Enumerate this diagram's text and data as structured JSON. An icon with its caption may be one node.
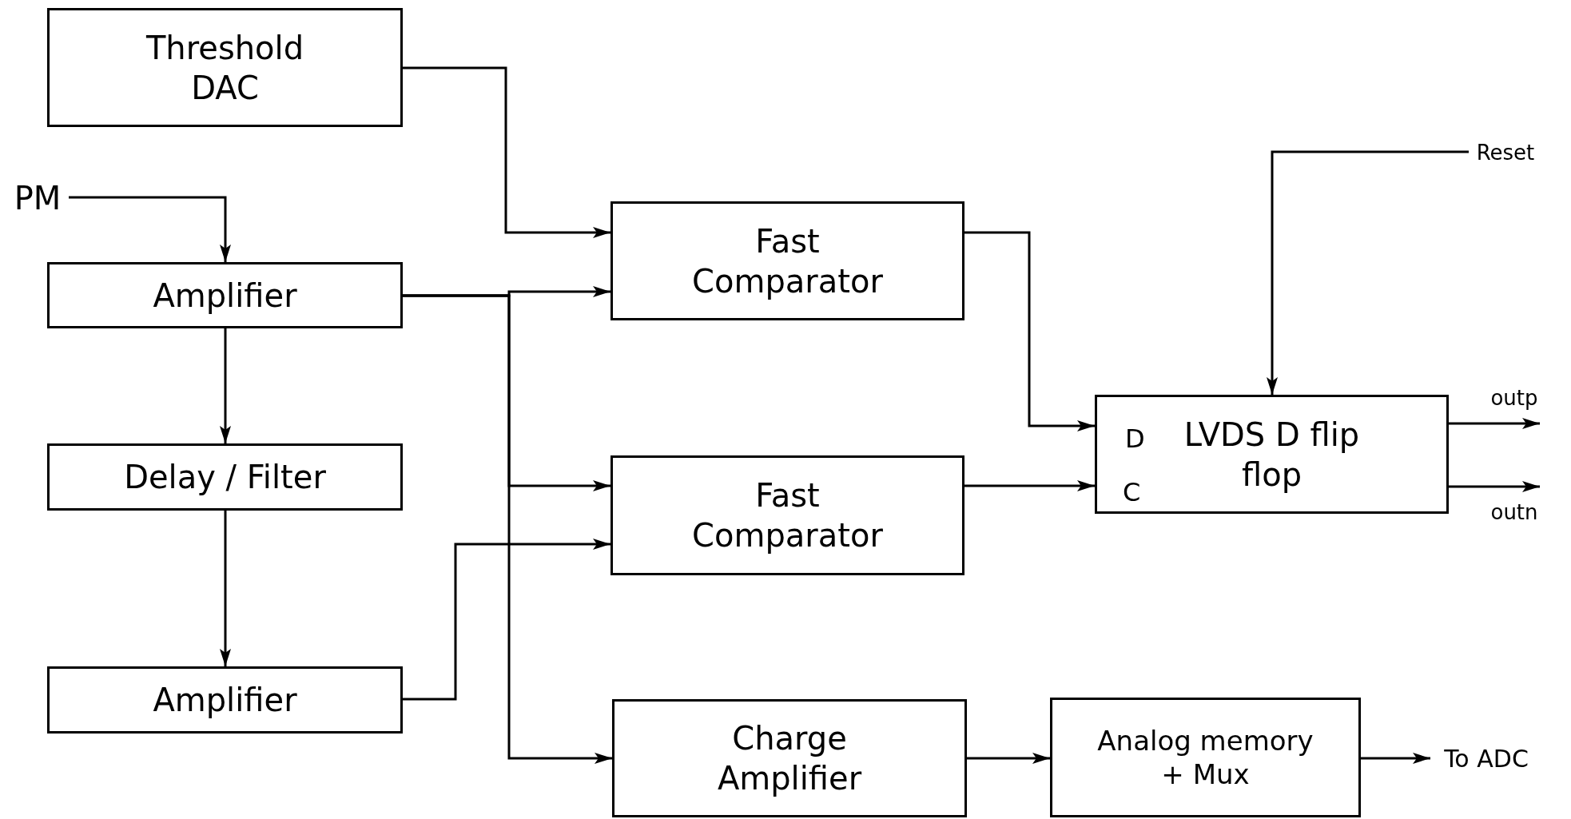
{
  "diagram": {
    "nodes": [
      {
        "text": [
          "Threshold DAC"
        ]
      },
      {
        "text": [
          "PM"
        ]
      },
      {
        "text": [
          "Amplifier"
        ]
      },
      {
        "text": [
          "Delay / Filter"
        ]
      },
      {
        "text": [
          "Amplifier"
        ]
      },
      {
        "text": [
          "Fast Comparator"
        ]
      },
      {
        "text": [
          "Fast Comparator"
        ]
      },
      {
        "text": [
          "Reset"
        ]
      },
      {
        "text": [
          "LVDS D flip flop"
        ]
      },
      {
        "text": [
          "outp"
        ]
      },
      {
        "text": [
          "outn"
        ]
      },
      {
        "text": [
          "Charge Amplifier"
        ]
      },
      {
        "text": [
          "Analog memory + Mux"
        ]
      },
      {
        "text": [
          "To ADC"
        ]
      }
    ],
    "edges": [
      {
        "from": 0,
        "to": 5,
        "arrow": "to"
      },
      {
        "from": 1,
        "to": 2,
        "arrow": "to"
      },
      {
        "from": 2,
        "to": 5,
        "arrow": "to"
      },
      {
        "from": 2,
        "to": 6,
        "arrow": "to"
      },
      {
        "from": 2,
        "to": 11,
        "arrow": "to"
      },
      {
        "from": 2,
        "to": 3,
        "arrow": "to"
      },
      {
        "from": 3,
        "to": 4,
        "arrow": "to"
      },
      {
        "from": 4,
        "to": 6,
        "arrow": "to"
      },
      {
        "from": 5,
        "to": 8,
        "arrow": "to"
      },
      {
        "from": 6,
        "to": 8,
        "arrow": "to"
      },
      {
        "from": 7,
        "to": 8,
        "arrow": "to"
      },
      {
        "from": 8,
        "to": 9,
        "arrow": "to"
      },
      {
        "from": 8,
        "to": 10,
        "arrow": "to"
      },
      {
        "from": 11,
        "to": 12,
        "arrow": "to"
      },
      {
        "from": 12,
        "to": 13,
        "arrow": "to"
      }
    ],
    "labels": [
      "D",
      "C"
    ]
  }
}
